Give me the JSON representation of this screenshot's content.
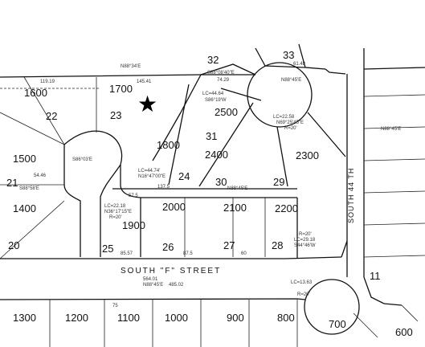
{
  "lots": {
    "l32": "32",
    "l33": "33",
    "l1700": "1700",
    "l1600": "1600",
    "l22": "22",
    "l23": "23",
    "l2500": "2500",
    "l1800": "1800",
    "l2400": "2400",
    "l2300": "2300",
    "l31": "31",
    "l1500": "1500",
    "l21": "21",
    "l24": "24",
    "l30": "30",
    "l29": "29",
    "l1400": "1400",
    "l2000": "2000",
    "l2100": "2100",
    "l2200": "2200",
    "l1900": "1900",
    "l20": "20",
    "l25": "25",
    "l26": "26",
    "l27": "27",
    "l28": "28",
    "l1300": "1300",
    "l1200": "1200",
    "l1100": "1100",
    "l1000": "1000",
    "l900": "900",
    "l800": "800",
    "l700": "700",
    "l600": "600",
    "l11": "11"
  },
  "streets": {
    "south_f": "SOUTH     \"F\"     STREET",
    "south_44th": "SOUTH  44 TH"
  },
  "dims": {
    "d1": "N88°34'E",
    "d2": "119.19",
    "d3": "145.41",
    "d4": "S88°08'40\"E",
    "d5": "74.29",
    "d6": "N88°45'E",
    "d7": "61.48",
    "d8": "LC=44.64",
    "d9": "S86°19'W",
    "d10": "LC=22.58",
    "d11": "N69°25'45\"E",
    "d12": "R=20'",
    "d13": "LC=44.74'",
    "d14": "N16°47'00\"E",
    "d15": "137.5",
    "d16": "LC=22.18",
    "d17": "N36°17'15\"E",
    "d18": "R=20'",
    "d19": "N88°45'E",
    "d20": "N88°45'E",
    "d21": "564.01",
    "d22": "N88°45'E",
    "d23": "485.02",
    "d24": "LC=13.63",
    "d25": "R=20'",
    "d26": "LC=29.18",
    "d27": "S44°46'W",
    "d28": "R=20'",
    "d29": "S86°03'E",
    "d30": "S88°58'E",
    "d31": "54.46",
    "d32": "85.57",
    "d33": "87.5",
    "d34": "60",
    "d35": "57.5",
    "d36": "75"
  }
}
